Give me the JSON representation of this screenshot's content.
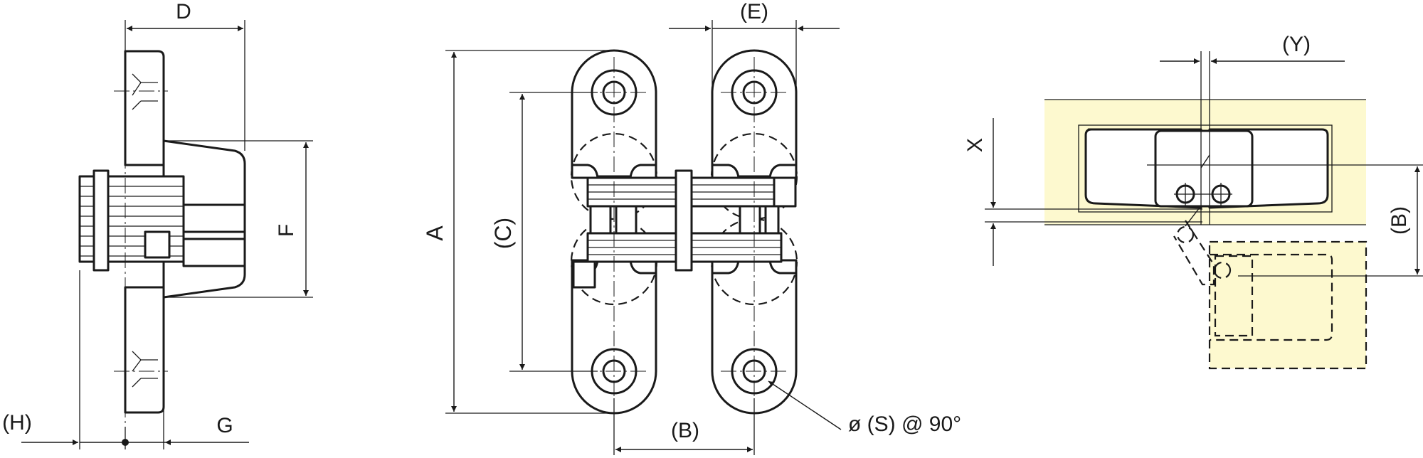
{
  "colors": {
    "ink": "#1a1a1a",
    "highlight": "#fdf9cf",
    "background": "#ffffff"
  },
  "labels": {
    "D": "D",
    "E": "(E)",
    "Y": "(Y)",
    "X": "X",
    "A": "A",
    "C": "(C)",
    "F": "F",
    "H": "(H)",
    "G": "G",
    "B_bottom": "(B)",
    "B_right": "(B)",
    "S": "ø (S) @ 90°"
  }
}
